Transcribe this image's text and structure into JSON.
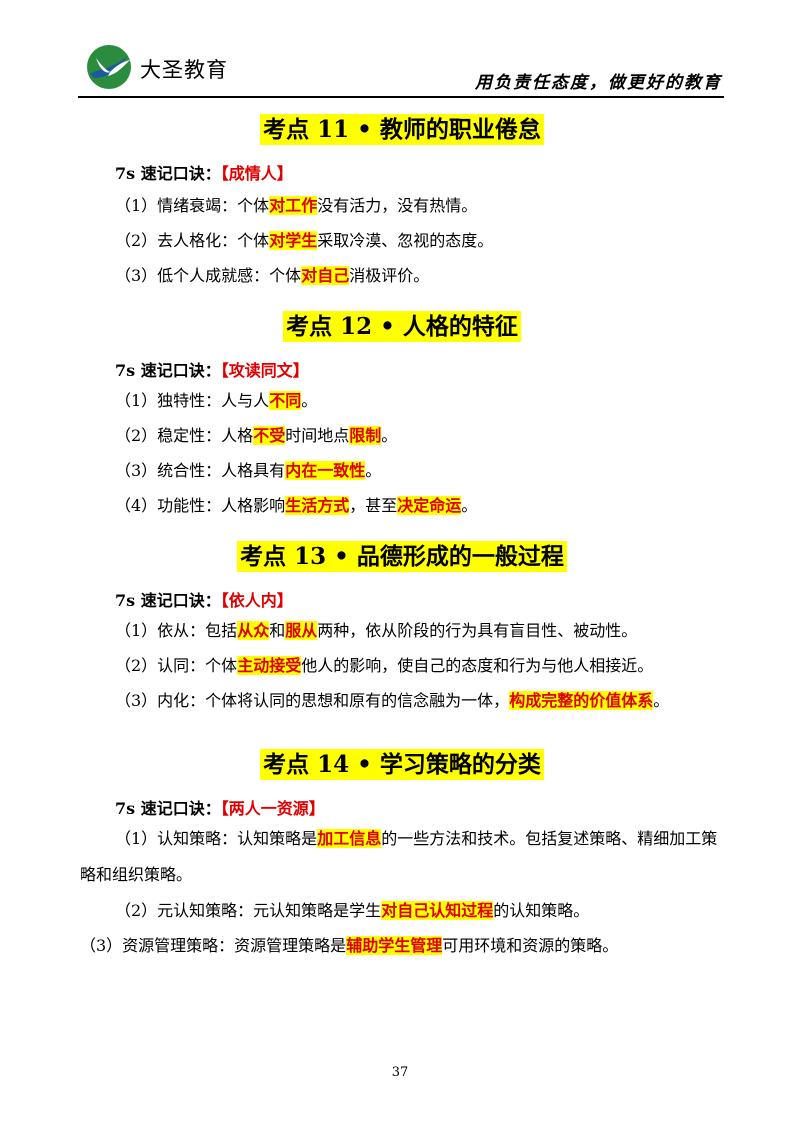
{
  "header": {
    "brand": "大圣教育",
    "slogan": "用负责任态度，做更好的教育"
  },
  "sections": [
    {
      "title": "考点 11 • 教师的职业倦怠",
      "mnemonic_label": "7s 速记口诀：",
      "mnemonic_key": "【成情人】",
      "items": [
        {
          "pre": "（1）情绪衰竭：个体",
          "hl": "对工作",
          "post": "没有活力，没有热情。"
        },
        {
          "pre": "（2）去人格化：个体",
          "hl": "对学生",
          "post": "采取冷漠、忽视的态度。"
        },
        {
          "pre": "（3）低个人成就感：个体",
          "hl": "对自己",
          "post": "消极评价。"
        }
      ]
    },
    {
      "title": "考点 12 • 人格的特征",
      "mnemonic_label": "7s 速记口诀：",
      "mnemonic_key": "【攻读同文】",
      "items": [
        {
          "pre": "（1）独特性：人与人",
          "hl": "不同",
          "post": "。"
        },
        {
          "pre": "（2）稳定性：人格",
          "hl": "不受",
          "mid": "时间地点",
          "hl2": "限制",
          "post": "。"
        },
        {
          "pre": "（3）统合性：人格具有",
          "hl": "内在一致性",
          "post": "。"
        },
        {
          "pre": "（4）功能性：人格影响",
          "hl": "生活方式",
          "mid": "，甚至",
          "hl2": "决定命运",
          "post": "。"
        }
      ]
    },
    {
      "title": "考点 13 • 品德形成的一般过程",
      "mnemonic_label": "7s 速记口诀：",
      "mnemonic_key": "【依人内】",
      "items": [
        {
          "pre": "（1）依从：包括",
          "hl": "从众",
          "mid": "和",
          "hl2": "服从",
          "post": "两种，依从阶段的行为具有盲目性、被动性。"
        },
        {
          "pre": "（2）认同：个体",
          "hl": "主动接受",
          "post": "他人的影响，使自己的态度和行为与他人相接近。"
        },
        {
          "pre": "（3）内化：个体将认同的思想和原有的信念融为一体，",
          "hl": "构成完整的价值体系",
          "post": "。"
        }
      ]
    },
    {
      "title": "考点 14 • 学习策略的分类",
      "mnemonic_label": "7s 速记口诀：",
      "mnemonic_key": "【两人一资源】",
      "items": [
        {
          "pre": "（1）认知策略：认知策略是",
          "hl": "加工信息",
          "post": "的一些方法和技术。包括复述策略、精细加工策略和组织策略。"
        },
        {
          "pre": "（2）元认知策略：元认知策略是学生",
          "hl": "对自己认知过程",
          "post": "的认知策略。"
        },
        {
          "pre": "（3）资源管理策略：资源管理策略是",
          "hl": "辅助学生管理",
          "post": "可用环境和资源的策略。"
        }
      ]
    }
  ],
  "page_number": "37",
  "colors": {
    "highlight": "#ffff00",
    "key_red": "#e00000",
    "logo_green": "#2a8c3c",
    "logo_blue": "#1c5a9e"
  }
}
